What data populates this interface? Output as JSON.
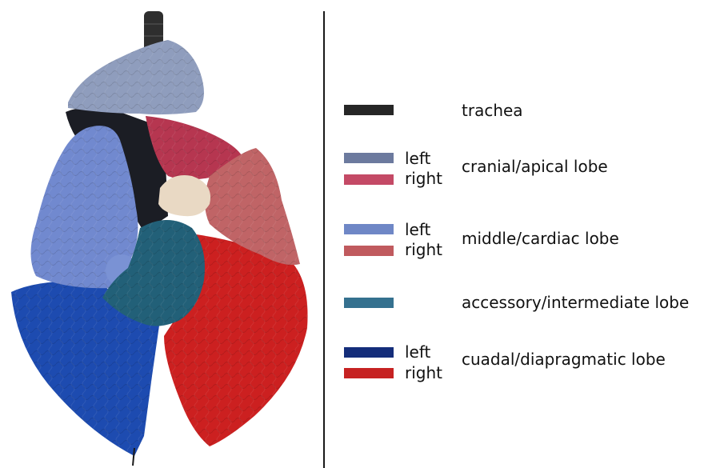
{
  "legend": {
    "trachea": {
      "label": "trachea",
      "color": "#262626"
    },
    "cranial": {
      "label": "cranial/apical lobe",
      "left": "left",
      "right": "right",
      "left_color": "#6c7a9e",
      "right_color": "#c44a66"
    },
    "middle": {
      "label": "middle/cardiac lobe",
      "left": "left",
      "right": "right",
      "left_color": "#6f87c6",
      "right_color": "#c05a5e"
    },
    "accessory": {
      "label": "accessory/intermediate lobe",
      "color": "#35718f"
    },
    "caudal": {
      "label": "cuadal/diapragmatic lobe",
      "left": "left",
      "right": "right",
      "left_color": "#142d7a",
      "right_color": "#c62222"
    }
  }
}
